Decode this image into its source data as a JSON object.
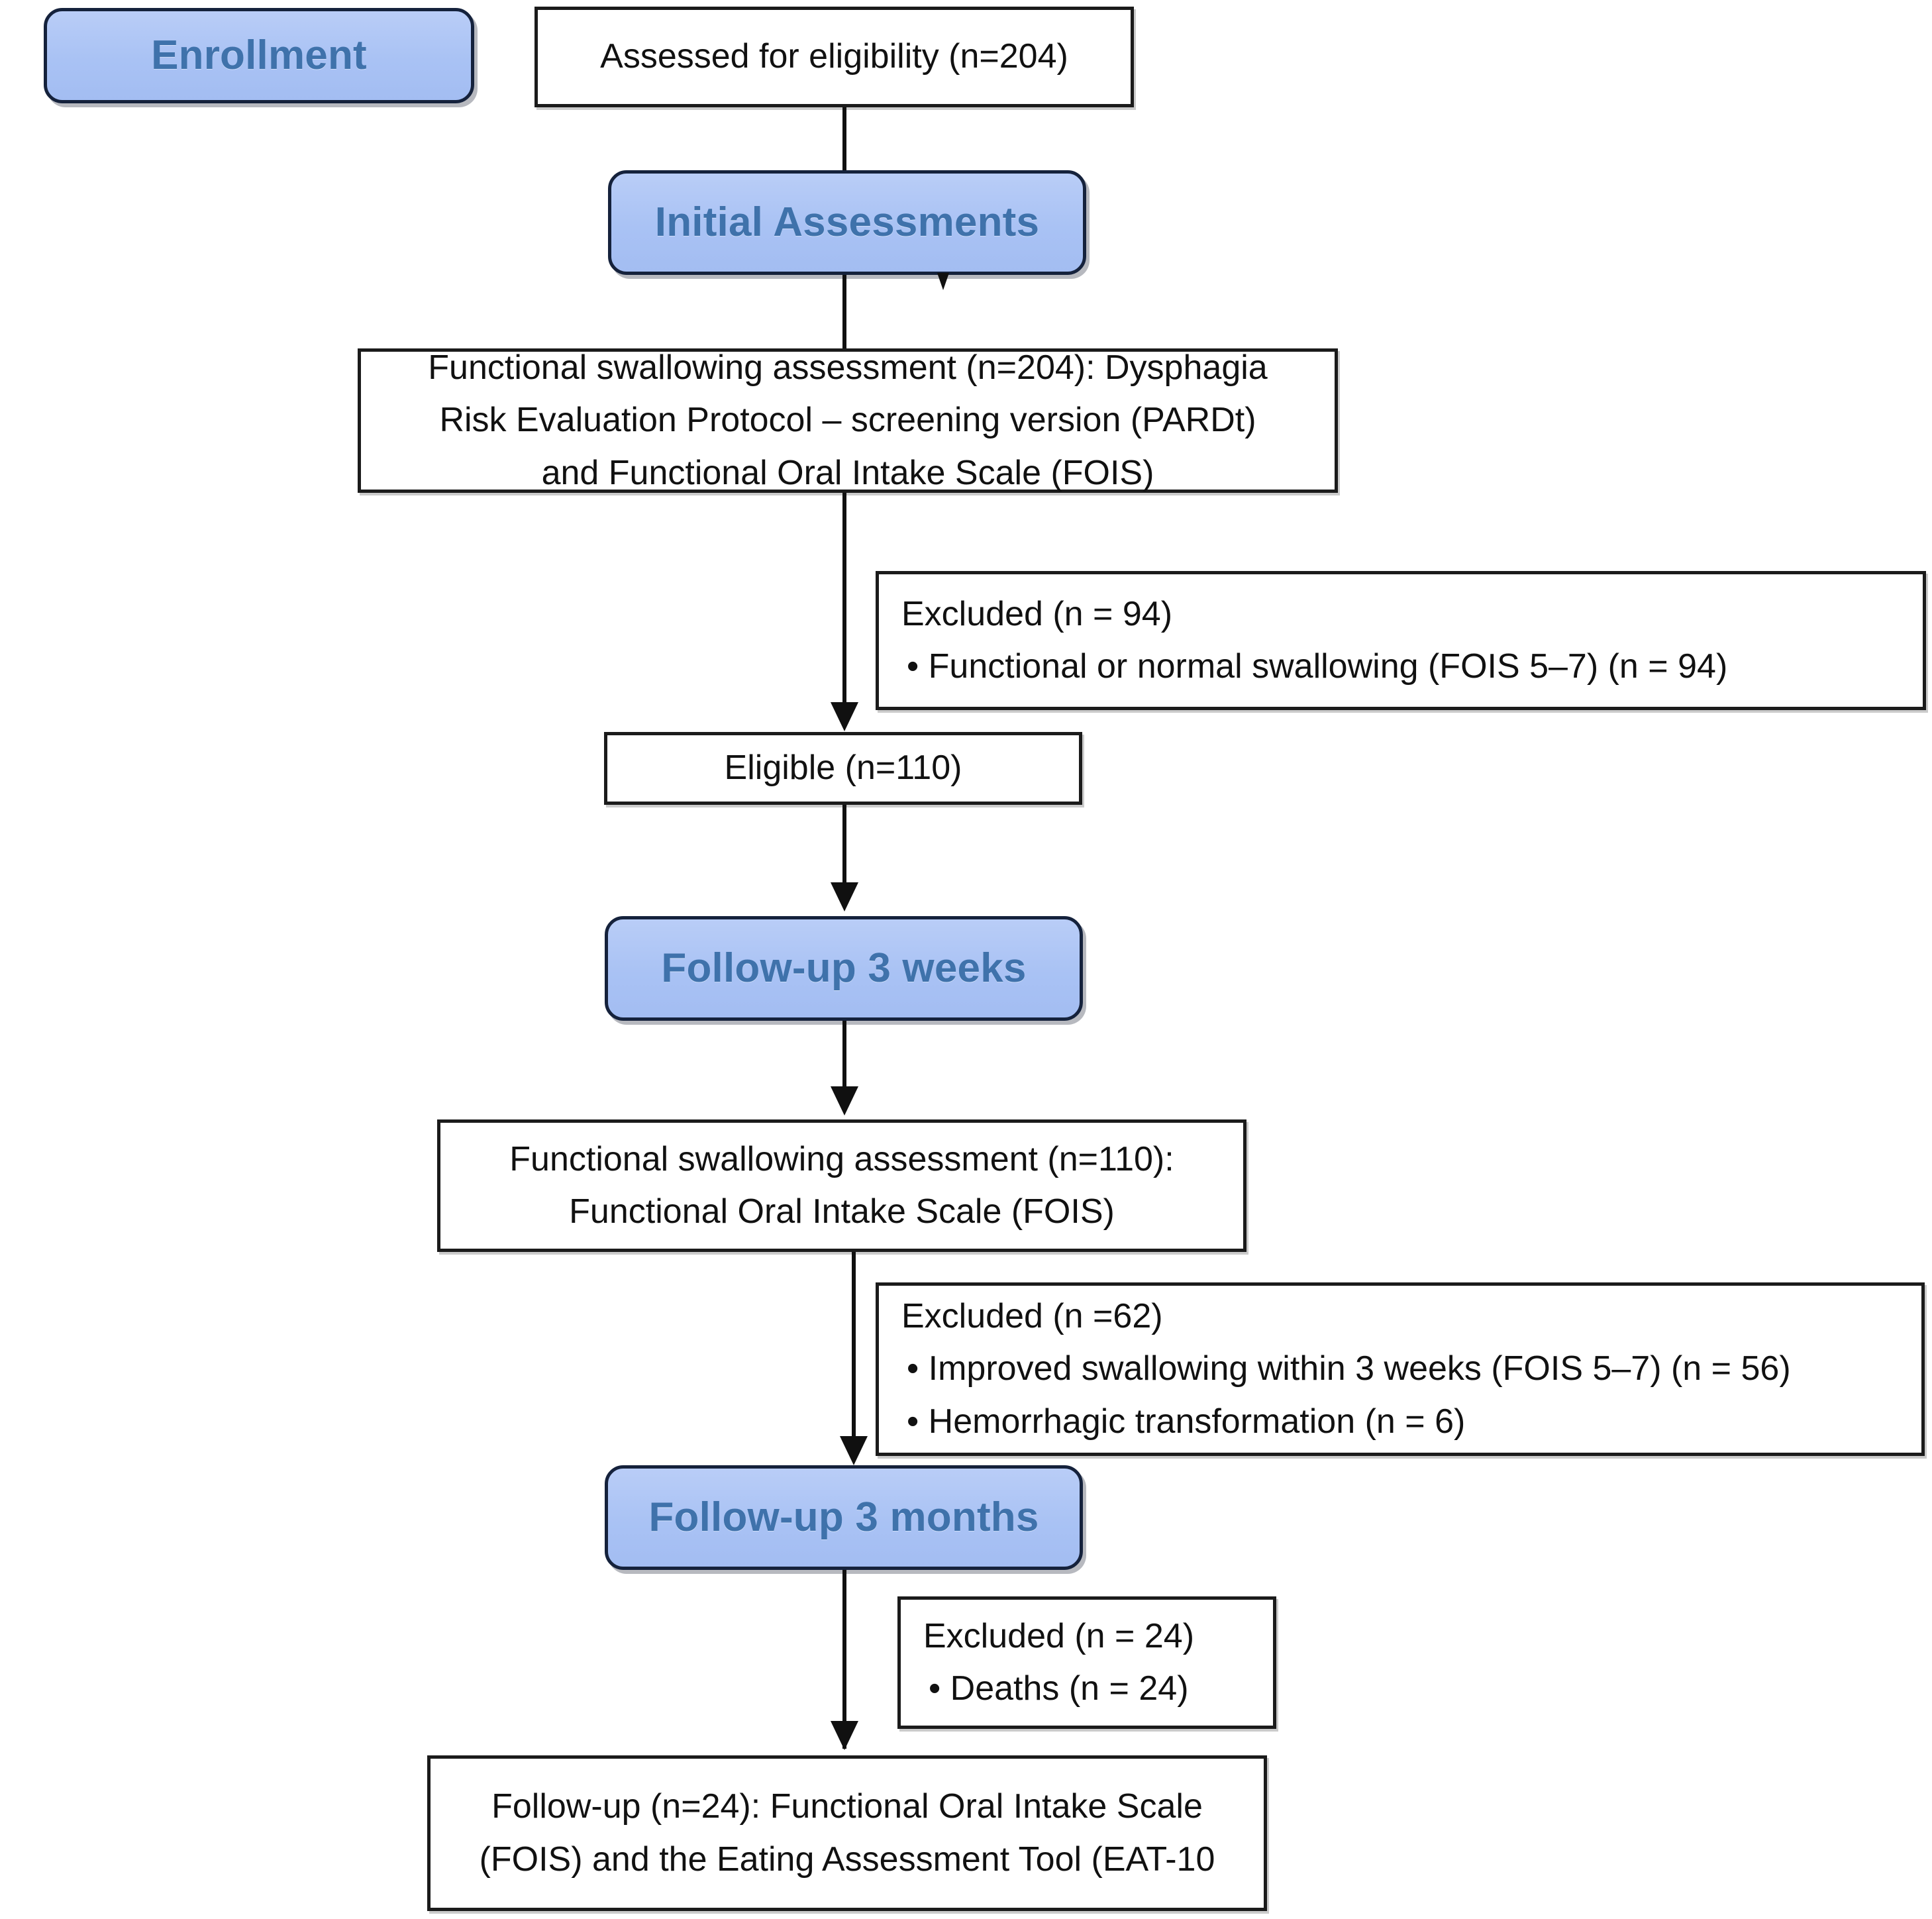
{
  "diagram": {
    "title": "Participant flow diagram",
    "colors": {
      "stage_fill": "#a9c2f4",
      "stage_text": "#3f72ab",
      "stage_border": "#15223c",
      "box_fill": "#ffffff",
      "box_border": "#1b1b1b",
      "connector": "#101010"
    },
    "stages": [
      {
        "id": "enrollment",
        "label": "Enrollment"
      },
      {
        "id": "initial-assessments",
        "label": "Initial Assessments"
      },
      {
        "id": "follow-up-3-weeks",
        "label": "Follow-up 3 weeks"
      },
      {
        "id": "follow-up-3-months",
        "label": "Follow-up 3 months"
      }
    ],
    "nodes": {
      "assessed": {
        "lines": [
          "Assessed for eligibility (n=204)"
        ]
      },
      "initial_assessment_detail": {
        "lines": [
          "Functional swallowing assessment (n=204): Dysphagia",
          "Risk Evaluation Protocol – screening version (PARDt)",
          "and Functional Oral Intake Scale (FOIS)"
        ]
      },
      "excluded_94": {
        "heading": "Excluded (n = 94)",
        "bullets": [
          "• Functional or normal swallowing (FOIS 5–7) (n = 94)"
        ]
      },
      "eligible": {
        "lines": [
          "Eligible (n=110)"
        ]
      },
      "followup_3w_assessment": {
        "lines": [
          "Functional swallowing assessment (n=110):",
          "Functional Oral Intake Scale (FOIS)"
        ]
      },
      "excluded_62": {
        "heading": "Excluded (n =62)",
        "bullets": [
          "• Improved swallowing within 3 weeks (FOIS 5–7) (n = 56)",
          "• Hemorrhagic transformation (n = 6)"
        ]
      },
      "excluded_24": {
        "heading": "Excluded (n = 24)",
        "bullets": [
          "• Deaths (n = 24)"
        ]
      },
      "final_followup": {
        "lines": [
          "Follow-up (n=24): Functional Oral Intake Scale",
          "(FOIS) and the Eating Assessment Tool (EAT-10"
        ]
      }
    },
    "chart_data": {
      "type": "flowchart",
      "title": "Study participant flow",
      "stages": [
        "Enrollment",
        "Initial Assessments",
        "Follow-up 3 weeks",
        "Follow-up 3 months"
      ],
      "counts": {
        "assessed_for_eligibility": 204,
        "excluded_functional_or_normal_swallowing_FOIS_5_7": 94,
        "eligible": 110,
        "excluded_3_weeks_total": 62,
        "excluded_improved_swallowing_within_3_weeks_FOIS_5_7": 56,
        "excluded_hemorrhagic_transformation": 6,
        "excluded_deaths": 24,
        "final_followup": 24
      },
      "instruments": [
        "PARDt",
        "FOIS",
        "EAT-10"
      ]
    }
  }
}
